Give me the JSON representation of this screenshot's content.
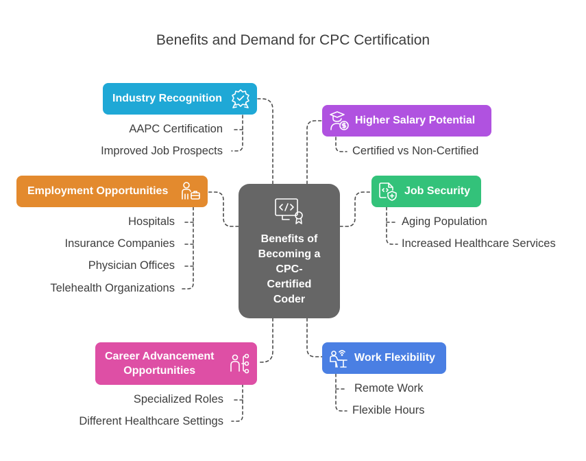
{
  "title": "Benefits and Demand for CPC Certification",
  "center": {
    "lines": [
      "Benefits of",
      "Becoming a",
      "CPC-",
      "Certified",
      "Coder"
    ],
    "icon": "code-monitor-certificate-icon",
    "color": "#666666"
  },
  "branches": {
    "industry_recognition": {
      "label": "Industry Recognition",
      "color": "#1fa8d6",
      "icon": "award-badge-icon",
      "items": [
        "AAPC Certification",
        "Improved Job Prospects"
      ]
    },
    "employment_opportunities": {
      "label": "Employment Opportunities",
      "color": "#e38a2e",
      "icon": "person-briefcase-icon",
      "items": [
        "Hospitals",
        "Insurance Companies",
        "Physician Offices",
        "Telehealth Organizations"
      ]
    },
    "career_advancement": {
      "label_lines": [
        "Career Advancement",
        "Opportunities"
      ],
      "color": "#de4fa5",
      "icon": "person-network-icon",
      "items": [
        "Specialized Roles",
        "Different Healthcare Settings"
      ]
    },
    "higher_salary": {
      "label": "Higher Salary Potential",
      "color": "#b052e0",
      "icon": "graduate-money-icon",
      "items": [
        "Certified vs Non-Certified"
      ]
    },
    "job_security": {
      "label": "Job Security",
      "color": "#33c27a",
      "icon": "code-shield-icon",
      "items": [
        "Aging Population",
        "Increased Healthcare Services"
      ]
    },
    "work_flexibility": {
      "label": "Work Flexibility",
      "color": "#4a7fe3",
      "icon": "remote-worker-icon",
      "items": [
        "Remote Work",
        "Flexible Hours"
      ]
    }
  }
}
